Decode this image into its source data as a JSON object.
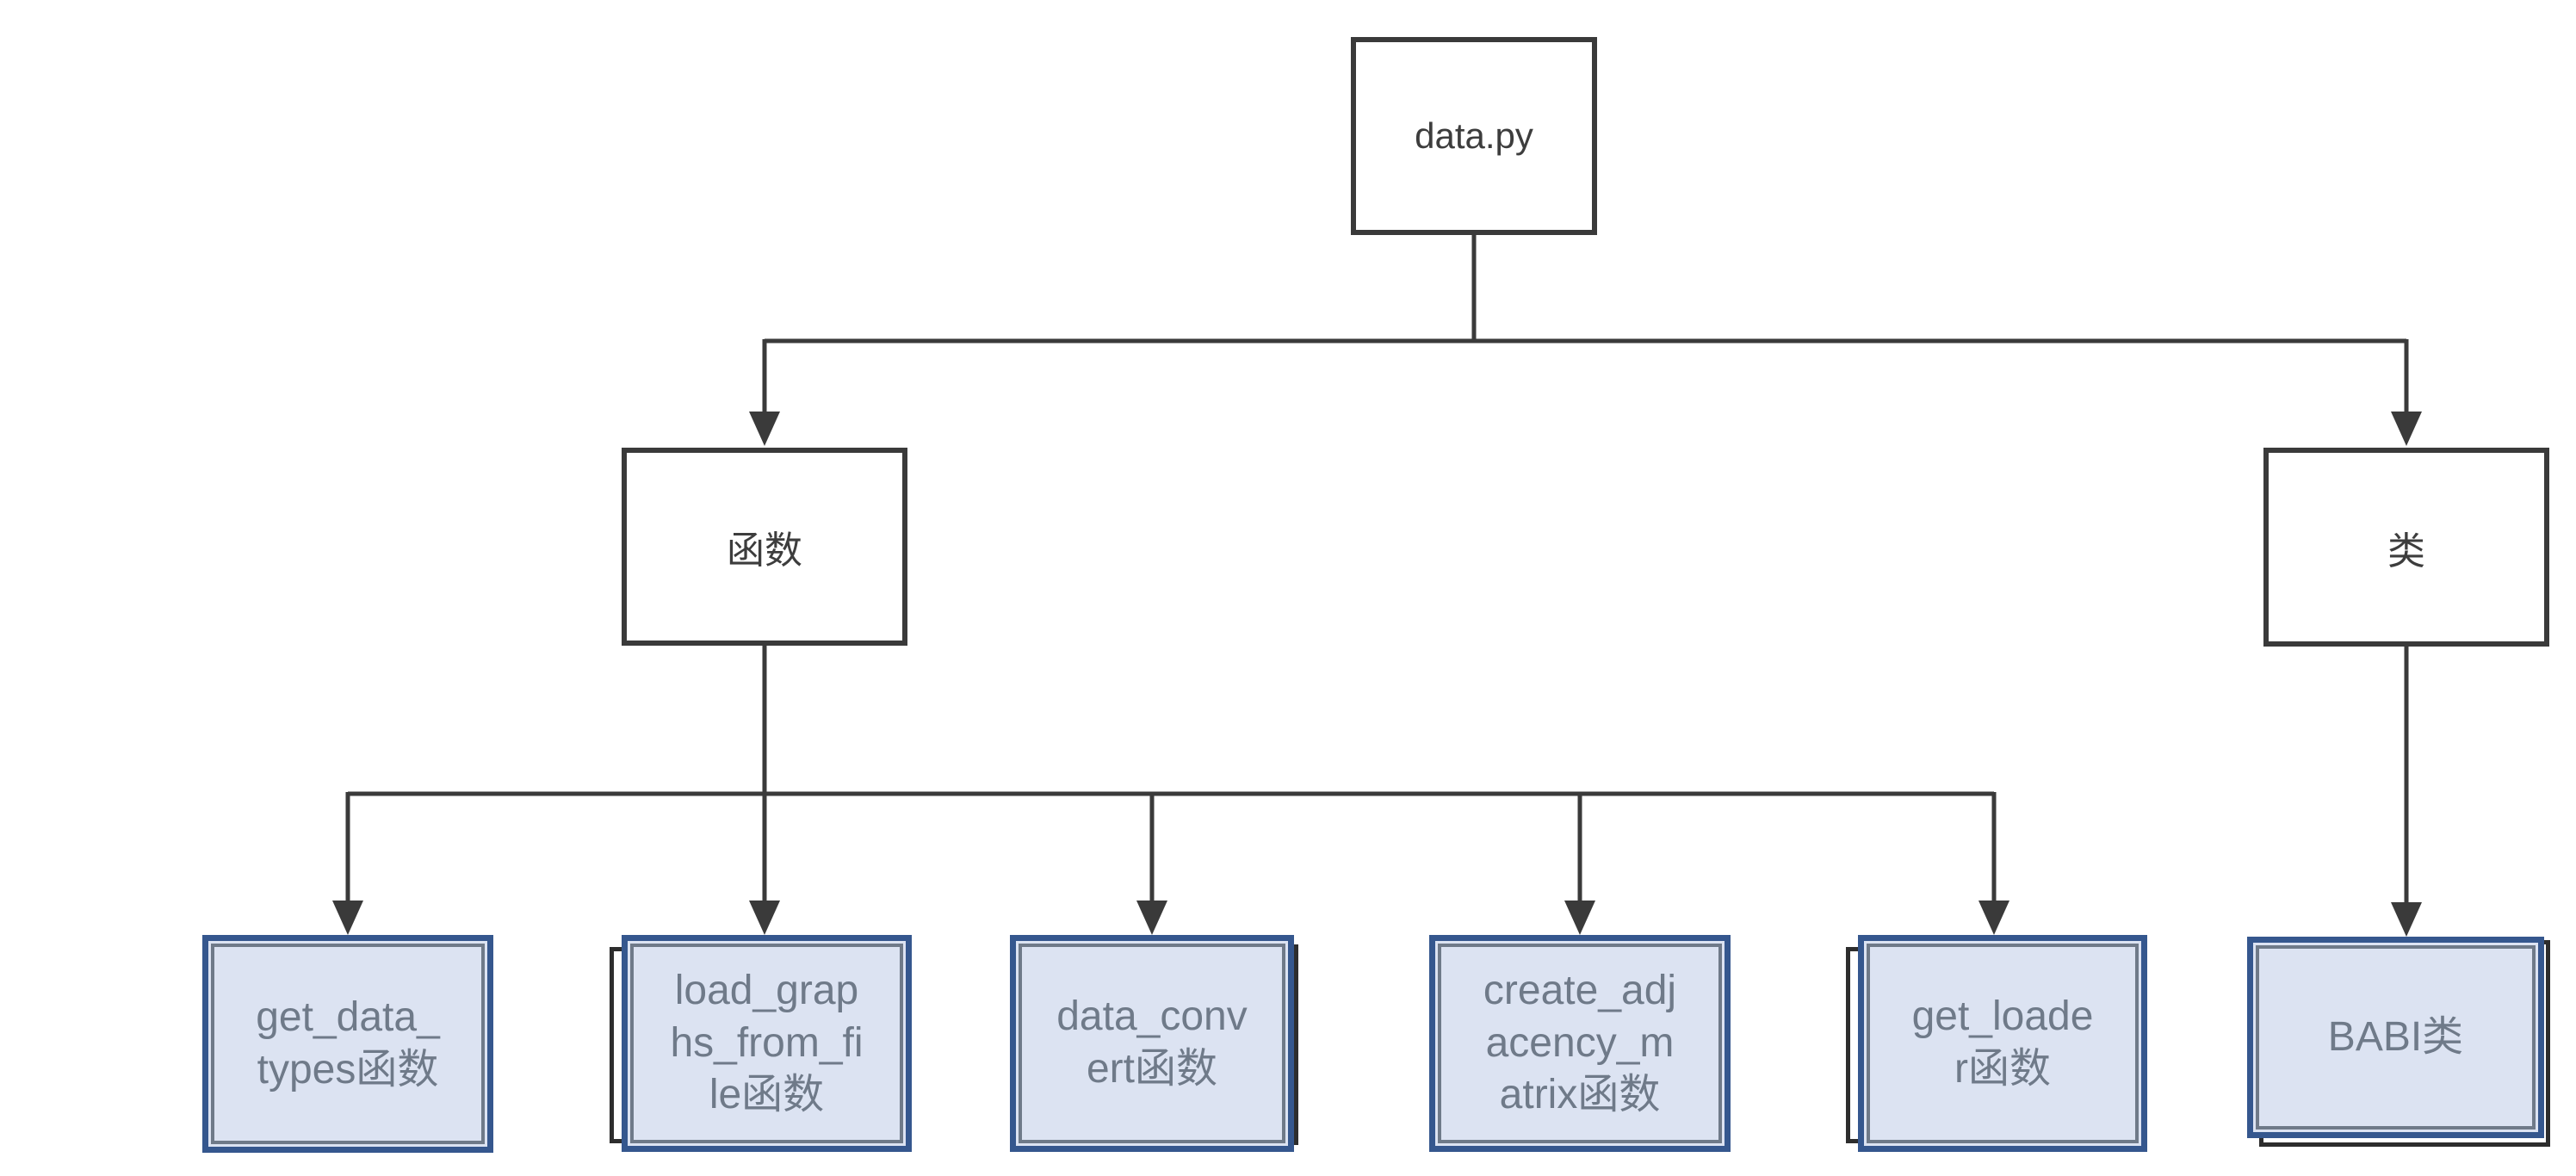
{
  "canvas": {
    "background": "#FFFFFF"
  },
  "colors": {
    "connector": "#3A3A3A",
    "node_border": "#3A3A3A",
    "node_fill": "#FFFFFF",
    "node_text": "#3D3D3D",
    "selected_border": "#35578E",
    "selected_inner_border": "#6F7A89",
    "selected_fill": "#DCE3F2",
    "selected_text": "#6F7A89",
    "ghost_border": "#2D2D2D"
  },
  "nodes": {
    "root": {
      "id": "data_py",
      "label": "data.py",
      "display": "data.py"
    },
    "functions": {
      "id": "functions",
      "label": "函数",
      "display": "函数"
    },
    "classes": {
      "id": "classes",
      "label": "类",
      "display": "类"
    },
    "leaves": [
      {
        "id": "get_data_types",
        "label": "get_data_types函数",
        "display": "get_data_\ntypes函数",
        "selected": true
      },
      {
        "id": "load_graphs_from_file",
        "label": "load_graphs_from_file函数",
        "display": "load_grap\nhs_from_fi\nle函数",
        "selected": true
      },
      {
        "id": "data_convert",
        "label": "data_convert函数",
        "display": "data_conv\nert函数",
        "selected": true
      },
      {
        "id": "create_adjacency_matrix",
        "label": "create_adjacency_matrix函数",
        "display": "create_adj\nacency_m\natrix函数",
        "selected": true
      },
      {
        "id": "get_loader",
        "label": "get_loader函数",
        "display": "get_loade\nr函数",
        "selected": true
      },
      {
        "id": "babi",
        "label": "BABI类",
        "display": "BABI类",
        "selected": true
      }
    ]
  },
  "edges": [
    {
      "from": "data_py",
      "to": "functions"
    },
    {
      "from": "data_py",
      "to": "classes"
    },
    {
      "from": "functions",
      "to": "get_data_types"
    },
    {
      "from": "functions",
      "to": "load_graphs_from_file"
    },
    {
      "from": "functions",
      "to": "data_convert"
    },
    {
      "from": "functions",
      "to": "create_adjacency_matrix"
    },
    {
      "from": "functions",
      "to": "get_loader"
    },
    {
      "from": "classes",
      "to": "babi"
    }
  ]
}
